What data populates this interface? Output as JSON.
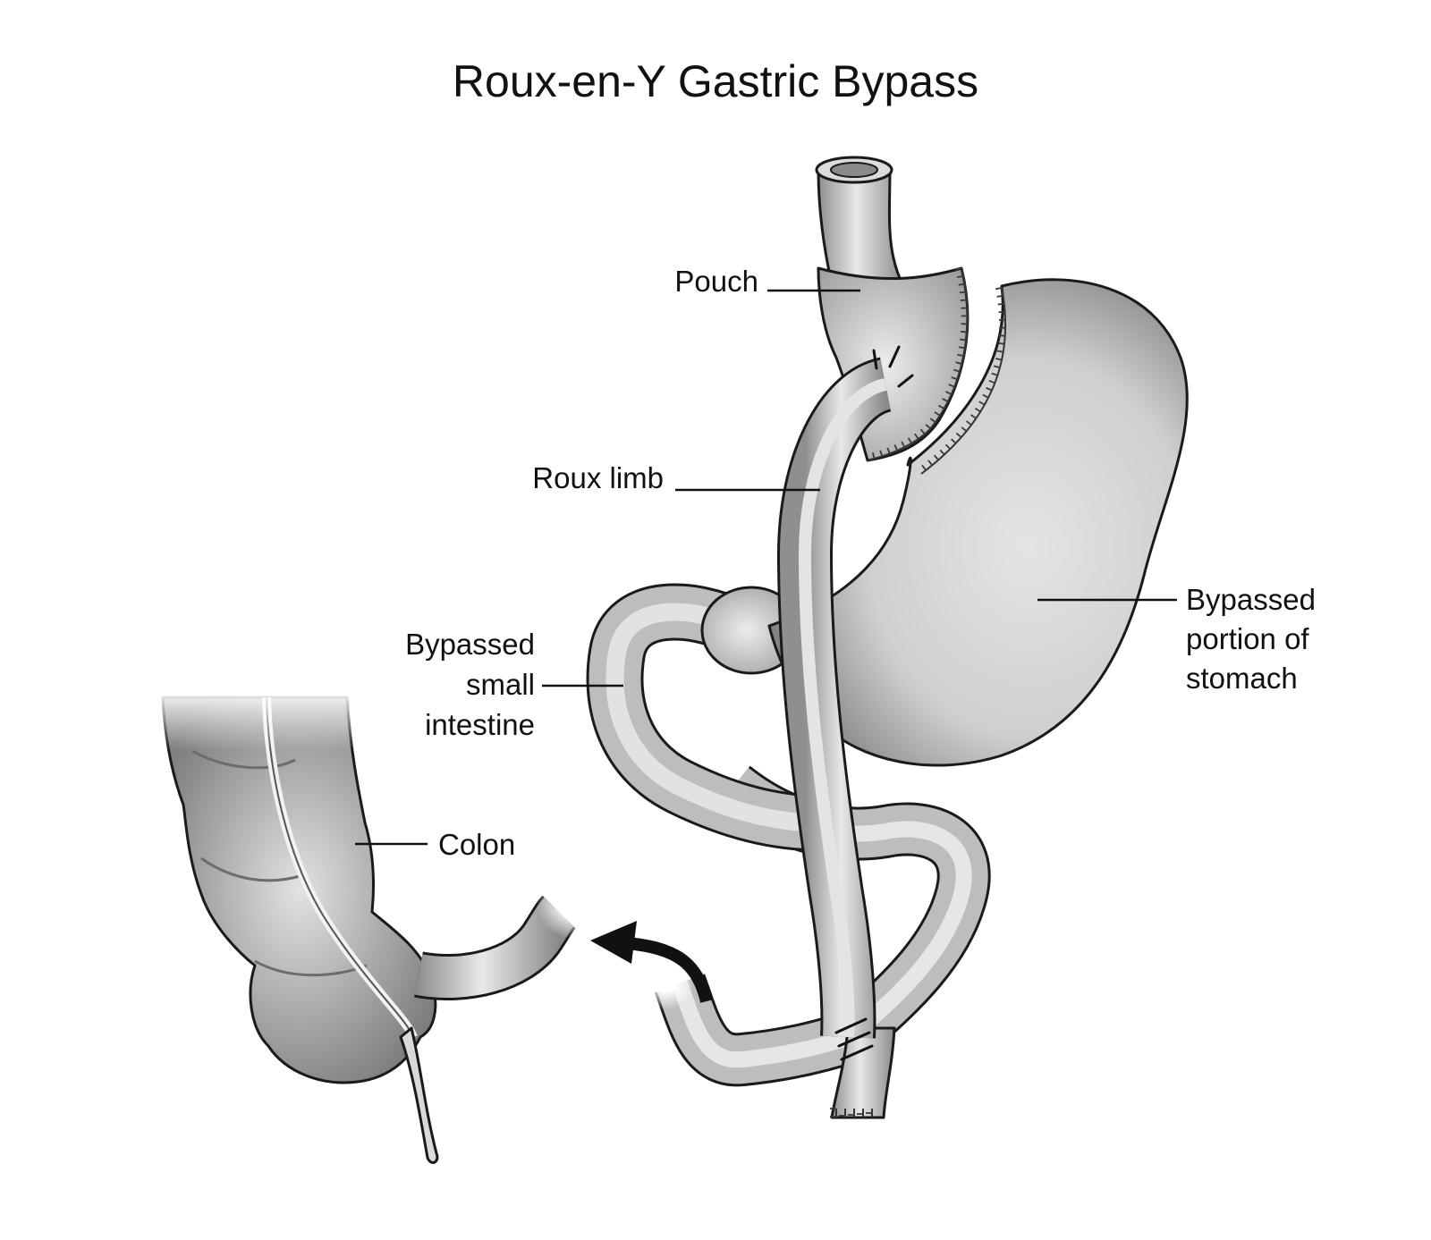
{
  "title": "Roux-en-Y Gastric Bypass",
  "labels": {
    "pouch": "Pouch",
    "roux_limb": "Roux limb",
    "bypassed_stomach": [
      "Bypassed",
      "portion of",
      "stomach"
    ],
    "bypassed_small_intestine": [
      "Bypassed",
      "small",
      "intestine"
    ],
    "colon": "Colon"
  },
  "colors": {
    "background": "#ffffff",
    "outline": "#1a1a1a",
    "tissue_light": "#e6e6e6",
    "tissue_dark": "#8c8c8c",
    "arrow": "#111111"
  },
  "icons": {
    "flow_arrow": "curved-arrow-icon"
  }
}
